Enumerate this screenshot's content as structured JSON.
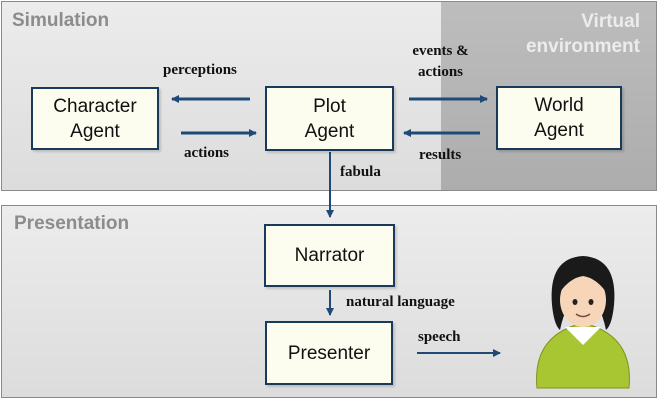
{
  "regions": {
    "simulation": "Simulation",
    "virtual_environment": "Virtual\nenvironment",
    "presentation": "Presentation"
  },
  "nodes": {
    "character_agent": "Character\nAgent",
    "plot_agent": "Plot\nAgent",
    "world_agent": "World\nAgent",
    "narrator": "Narrator",
    "presenter": "Presenter"
  },
  "edge_labels": {
    "perceptions": "perceptions",
    "actions": "actions",
    "events_actions": "events &\nactions",
    "results": "results",
    "fabula": "fabula",
    "natural_language": "natural language",
    "speech": "speech"
  },
  "colors": {
    "arrow": "#1f4a78",
    "node_border": "#1a3a5c",
    "avatar_shirt": "#a8c632",
    "avatar_hair": "#1a1a1a"
  },
  "icons": {
    "audience": "person-avatar-icon"
  }
}
